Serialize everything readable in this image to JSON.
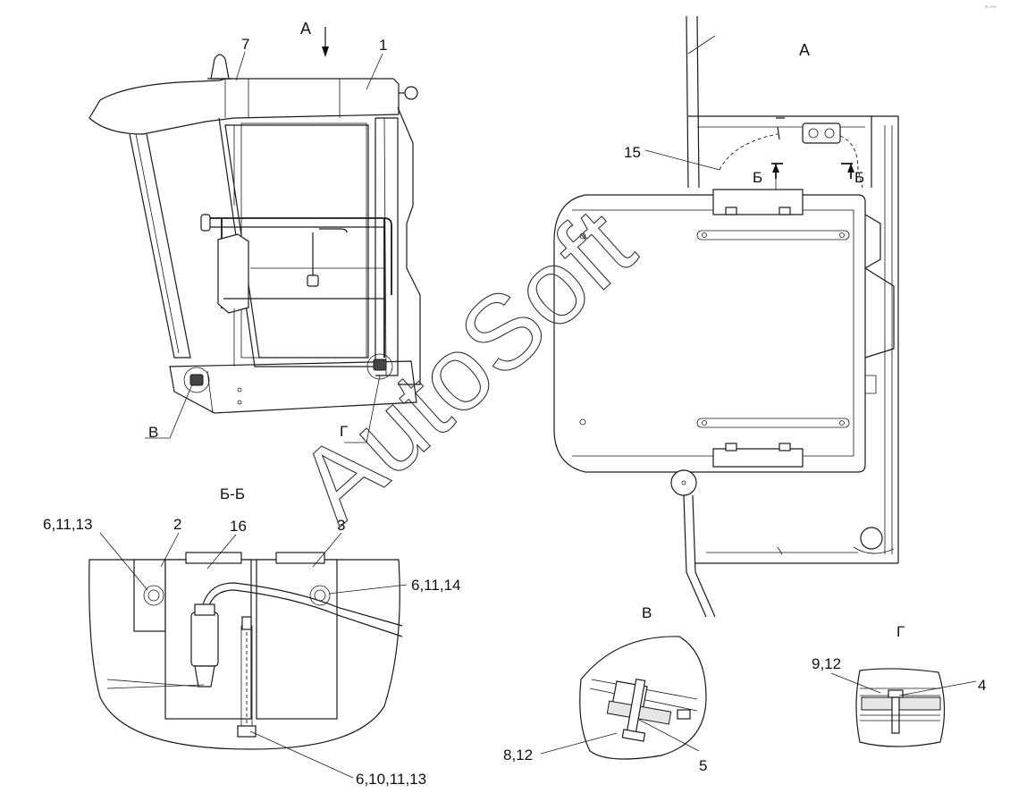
{
  "views": {
    "main_arrow": "А",
    "view_a": "А",
    "section_bb": "Б-Б",
    "view_b_callout": "В",
    "view_g_callout": "Г",
    "view_b_title": "В",
    "view_g_title": "Г",
    "section_mark_left": "Б",
    "section_mark_right": "Б"
  },
  "callouts": {
    "c7": "7",
    "c1": "1",
    "c15": "15",
    "c6_11_13": "6,11,13",
    "c2": "2",
    "c16": "16",
    "c3": "3",
    "c6_11_14": "6,11,14",
    "c6_10_11_13": "6,10,11,13",
    "c8_12": "8,12",
    "c5": "5",
    "c9_12": "9,12",
    "c4": "4"
  },
  "watermark": "AutoSoft",
  "corner_mark": "ᵃᵒ ᵃᵃᵃ"
}
